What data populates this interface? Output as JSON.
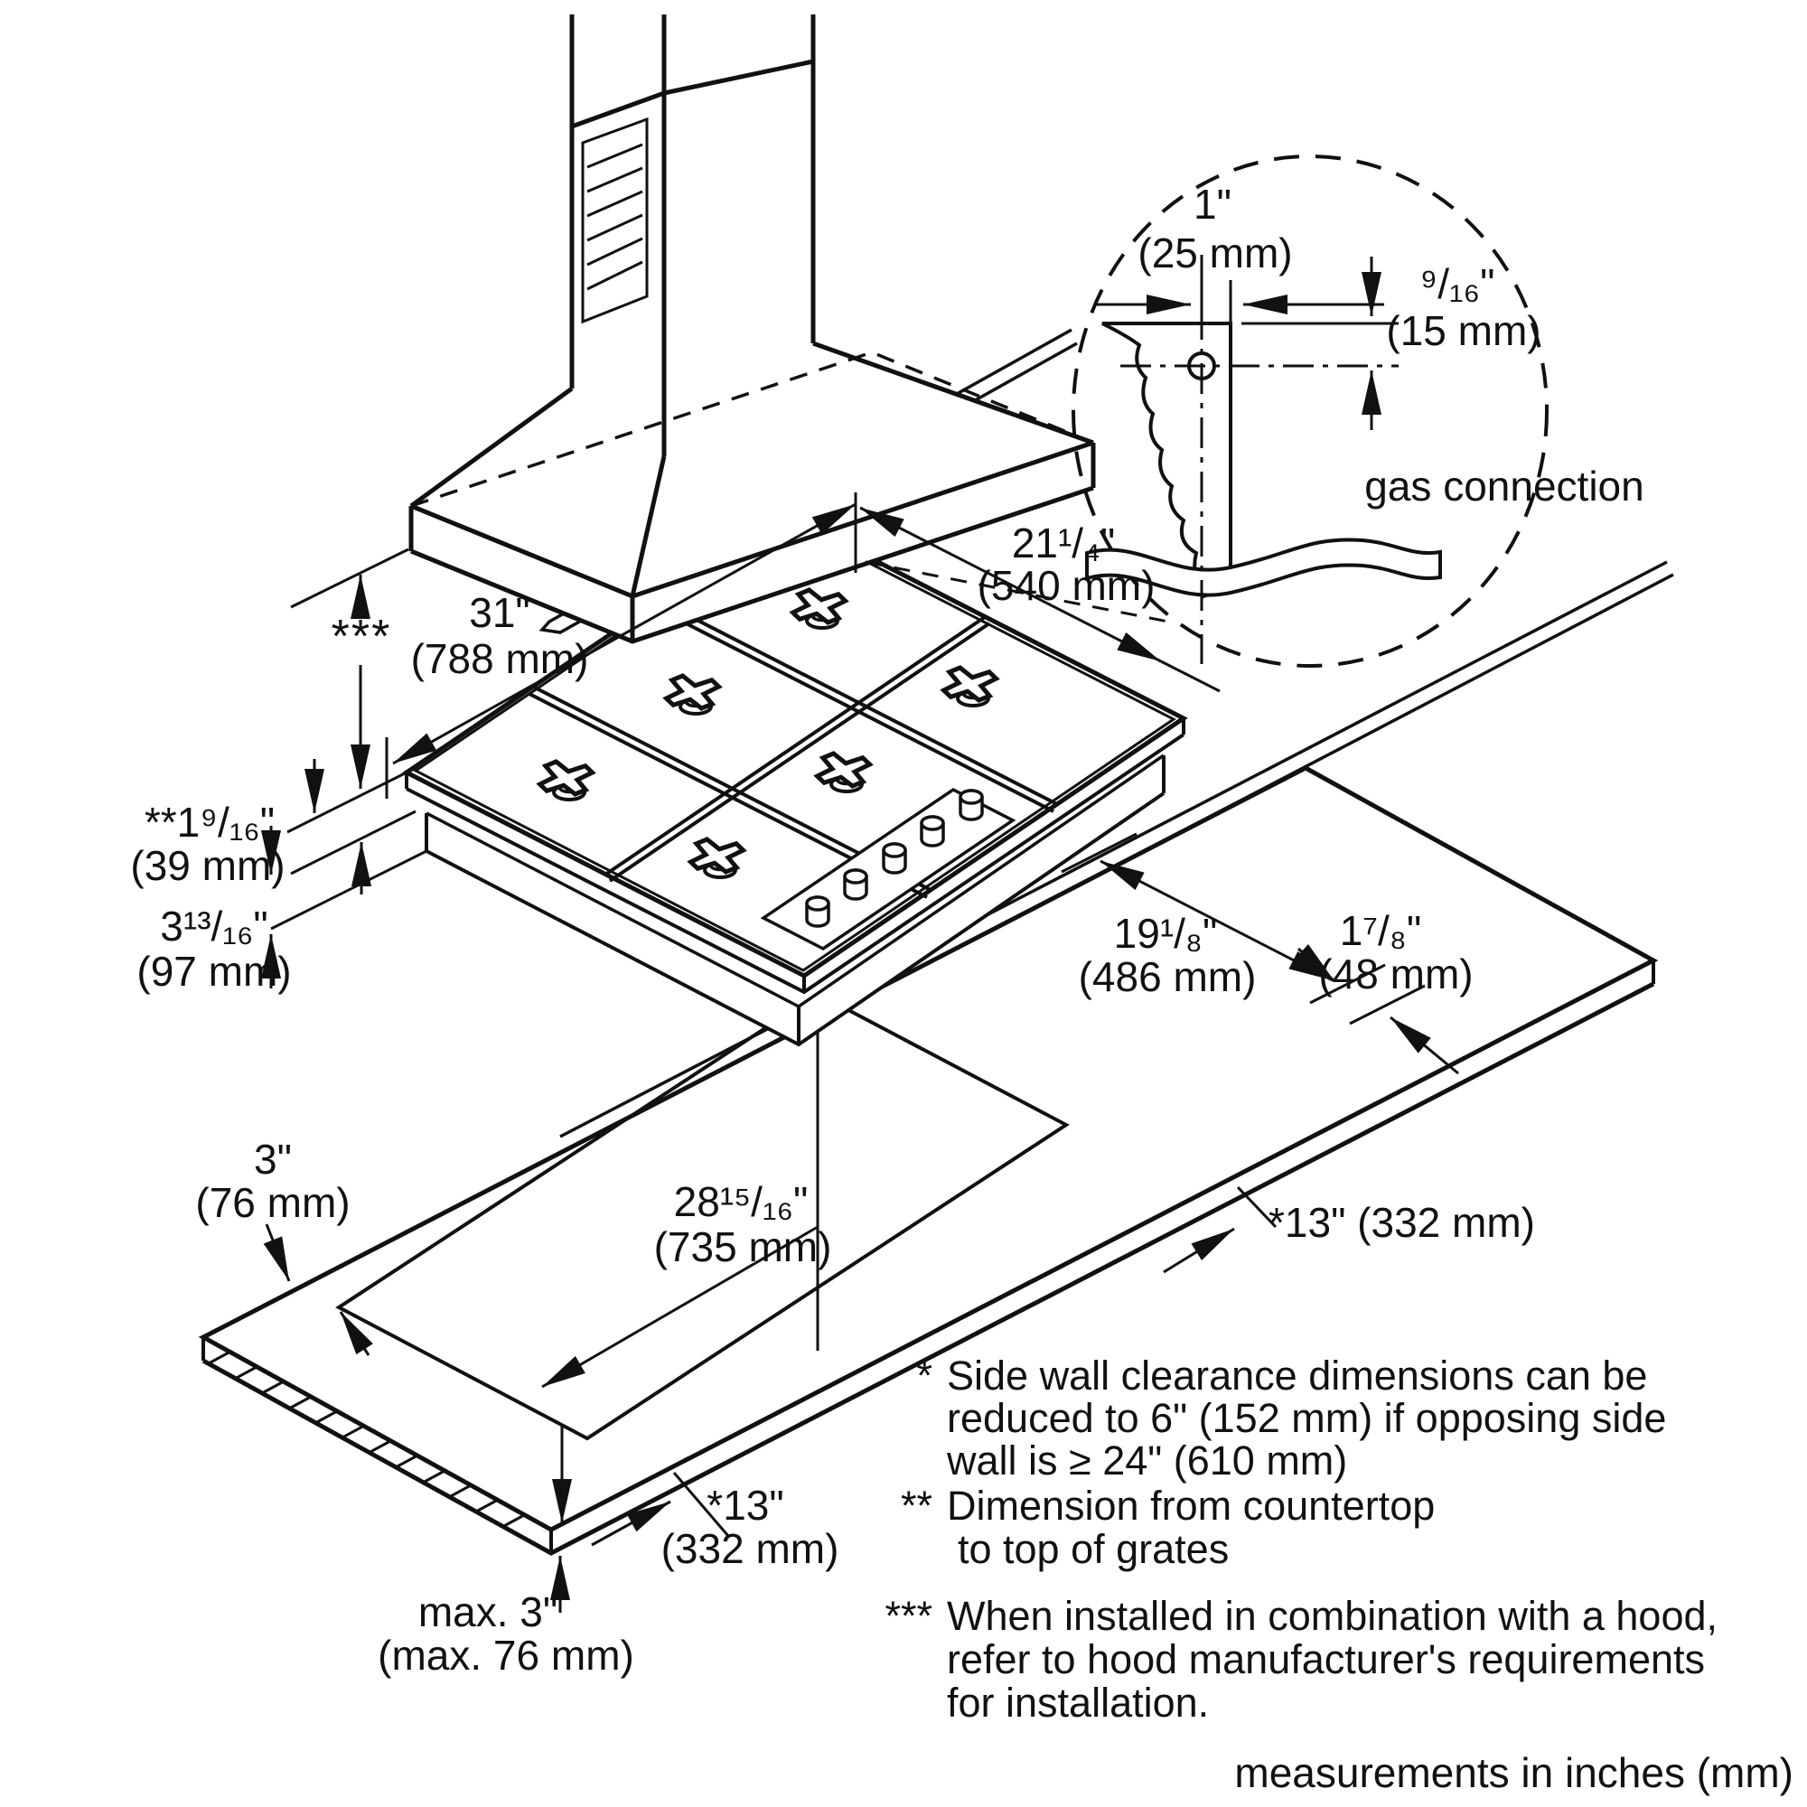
{
  "colors": {
    "ink": "#111111",
    "bg": "#ffffff"
  },
  "dims": {
    "hood_clearance": {
      "marker": "***"
    },
    "width": {
      "in": "31\"",
      "mm": "(788 mm)"
    },
    "depth": {
      "in": "21¹/₄\"",
      "mm": "(540 mm)"
    },
    "grate_height": {
      "in": "**1⁹/₁₆\"",
      "mm": "(39 mm)"
    },
    "base_depth": {
      "in": "3¹³/₁₆\"",
      "mm": "(97 mm)"
    },
    "cutout_depth": {
      "in": "19¹/₈\"",
      "mm": "(486 mm)"
    },
    "rear_gap": {
      "in": "1⁷/₈\"",
      "mm": "(48 mm)"
    },
    "front_gap": {
      "in": "3\"",
      "mm": "(76 mm)"
    },
    "cutout_width": {
      "in": "28¹⁵/₁₆\"",
      "mm": "(735 mm)"
    },
    "side_right": {
      "label": "*13\" (332 mm)"
    },
    "side_left": {
      "in": "*13\"",
      "mm": "(332 mm)"
    },
    "overhang": {
      "in": "max. 3\"",
      "mm": "(max. 76 mm)"
    },
    "gas_h": {
      "in": "1\"",
      "mm": "(25 mm)"
    },
    "gas_v": {
      "in": "⁹/₁₆\"",
      "mm": "(15 mm)"
    }
  },
  "labels": {
    "gas_connection": "gas connection",
    "units": "measurements in inches (mm)"
  },
  "footnotes": {
    "f1": {
      "sym": "*",
      "l1": "Side wall clearance dimensions can be",
      "l2": "reduced to 6\" (152 mm) if opposing side",
      "l3": "wall is ≥ 24\" (610 mm)"
    },
    "f2": {
      "sym": "**",
      "l1": "Dimension from countertop",
      "l2": "to top of grates"
    },
    "f3": {
      "sym": "***",
      "l1": "When installed in combination with a hood,",
      "l2": "refer to hood manufacturer's requirements",
      "l3": "for installation."
    }
  }
}
